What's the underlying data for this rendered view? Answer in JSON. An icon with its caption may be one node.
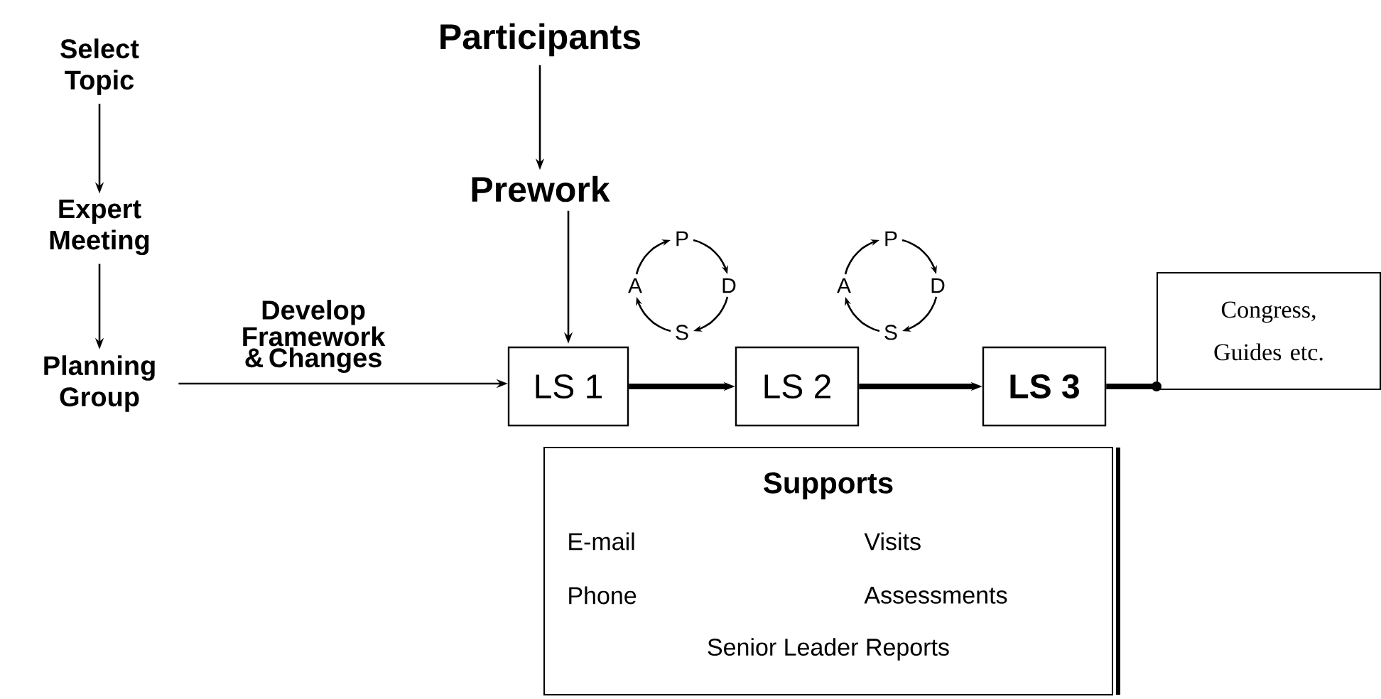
{
  "diagram": {
    "nodes": [
      {
        "text": [
          "Select Topic"
        ]
      },
      {
        "text": [
          "Expert Meeting"
        ]
      },
      {
        "text": [
          "Planning Group"
        ]
      },
      {
        "text": [
          "Participants"
        ]
      },
      {
        "text": [
          "Prework"
        ]
      },
      {
        "text": [
          "LS 1"
        ]
      },
      {
        "text": [
          "LS 2"
        ]
      },
      {
        "text": [
          "LS 3"
        ]
      },
      {
        "text": [
          "Congress, Guides etc."
        ]
      },
      {
        "text": [
          "Supports",
          "E-mail",
          "Visits",
          "Phone",
          "Assessments",
          "Senior Leader Reports"
        ]
      }
    ],
    "edges": [
      {
        "from": 0,
        "to": 1,
        "arrow": "to"
      },
      {
        "from": 1,
        "to": 2,
        "arrow": "to"
      },
      {
        "from": 3,
        "to": 4,
        "arrow": "to"
      },
      {
        "from": 4,
        "to": 5,
        "arrow": "to"
      },
      {
        "from": 2,
        "to": 5,
        "arrow": "to",
        "label": "Develop Framework & Changes"
      },
      {
        "from": 5,
        "to": 6,
        "arrow": "to",
        "style": "thick"
      },
      {
        "from": 6,
        "to": 7,
        "arrow": "to",
        "style": "thick"
      },
      {
        "from": 7,
        "to": 8,
        "arrow": "other",
        "style": "thick"
      }
    ],
    "labels": [
      "P",
      "A",
      "D",
      "S",
      "P",
      "A",
      "D",
      "S"
    ]
  }
}
